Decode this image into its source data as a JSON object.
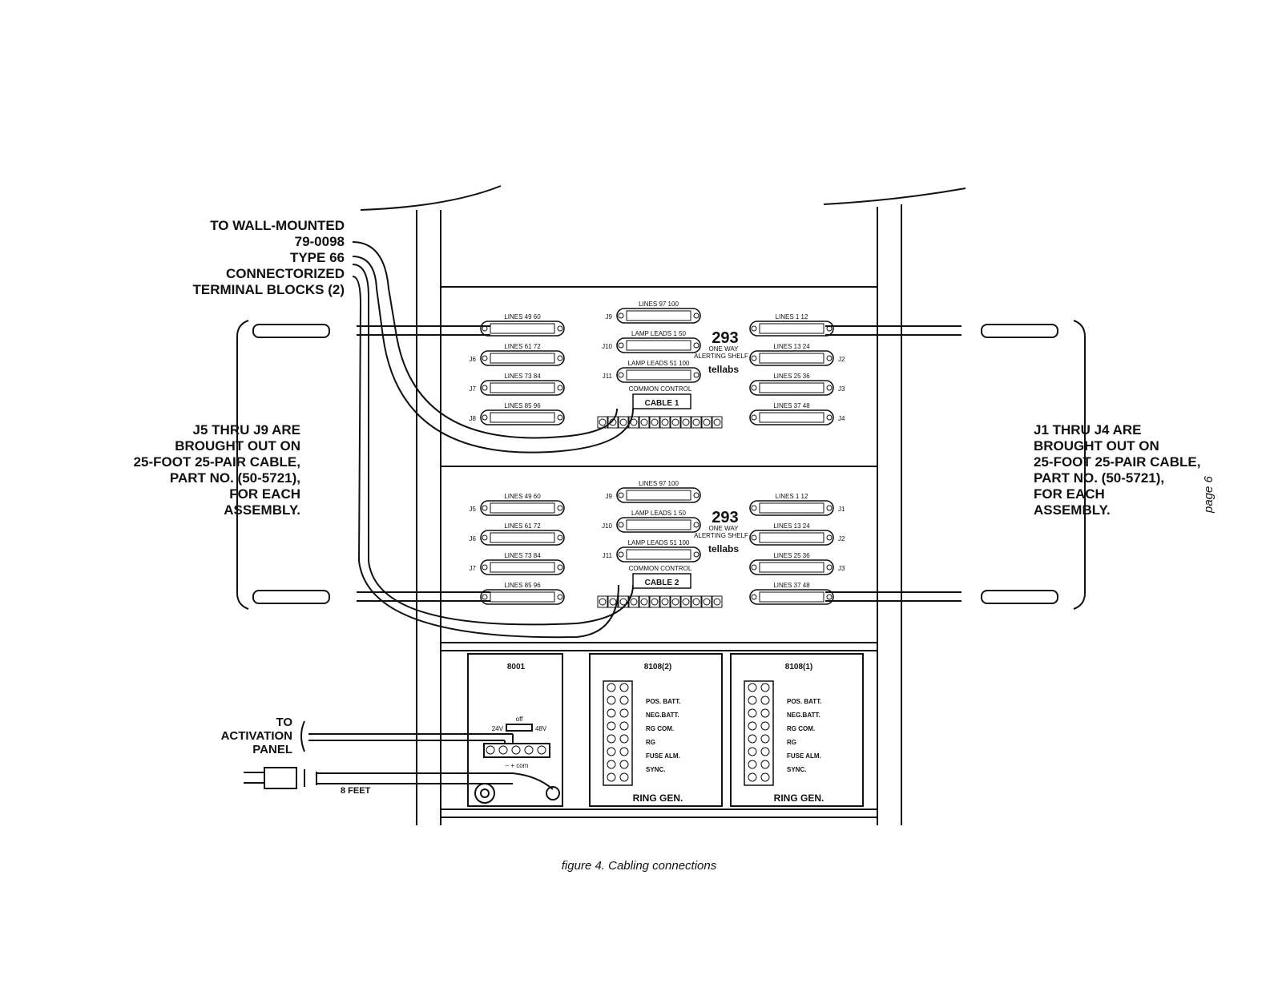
{
  "labels": {
    "wall_lines": [
      "TO WALL-MOUNTED",
      "79-0098",
      "TYPE 66",
      "CONNECTORIZED",
      "TERMINAL BLOCKS (2)"
    ],
    "left_note": [
      "J5 THRU J9 ARE",
      "BROUGHT OUT ON",
      "25-FOOT 25-PAIR CABLE,",
      "PART NO. (50-5721),",
      "FOR EACH",
      "ASSEMBLY."
    ],
    "right_note": [
      "J1 THRU J4 ARE",
      "BROUGHT OUT ON",
      "25-FOOT 25-PAIR CABLE,",
      "PART NO. (50-5721),",
      "FOR EACH",
      "ASSEMBLY."
    ],
    "activation": [
      "TO",
      "ACTIVATION",
      "PANEL"
    ],
    "cord_length": "8 FEET"
  },
  "shelves": [
    {
      "model": "293",
      "sub1": "ONE WAY",
      "sub2": "ALERTING SHELF",
      "brand": "tellabs",
      "left_jacks": [
        {
          "id": "",
          "label": "LINES 49 60"
        },
        {
          "id": "J6",
          "label": "LINES 61 72"
        },
        {
          "id": "J7",
          "label": "LINES 73 84"
        },
        {
          "id": "J8",
          "label": "LINES 85 96"
        }
      ],
      "center_jacks": [
        {
          "id": "J9",
          "label": "LINES 97 100"
        },
        {
          "id": "J10",
          "label": "LAMP LEADS 1 50"
        },
        {
          "id": "J11",
          "label": "LAMP LEADS 51 100"
        }
      ],
      "right_jacks": [
        {
          "id": "",
          "label": "LINES 1 12"
        },
        {
          "id": "J2",
          "label": "LINES 13 24"
        },
        {
          "id": "J3",
          "label": "LINES 25 36"
        },
        {
          "id": "J4",
          "label": "LINES 37 48"
        }
      ],
      "common_control": "COMMON CONTROL",
      "cable": "CABLE 1"
    },
    {
      "model": "293",
      "sub1": "ONE WAY",
      "sub2": "ALERTING SHELF",
      "brand": "tellabs",
      "left_jacks": [
        {
          "id": "J5",
          "label": "LINES 49 60"
        },
        {
          "id": "J6",
          "label": "LINES 61 72"
        },
        {
          "id": "J7",
          "label": "LINES 73 84"
        },
        {
          "id": "",
          "label": "LINES 85 96"
        }
      ],
      "center_jacks": [
        {
          "id": "J9",
          "label": "LINES 97 100"
        },
        {
          "id": "J10",
          "label": "LAMP LEADS 1 50"
        },
        {
          "id": "J11",
          "label": "LAMP LEADS 51 100"
        }
      ],
      "right_jacks": [
        {
          "id": "J1",
          "label": "LINES 1 12"
        },
        {
          "id": "J2",
          "label": "LINES 13 24"
        },
        {
          "id": "J3",
          "label": "LINES 25 36"
        },
        {
          "id": "",
          "label": "LINES 37 48"
        }
      ],
      "common_control": "COMMON CONTROL",
      "cable": "CABLE 2"
    }
  ],
  "power": {
    "model": "8001",
    "switch_off": "off",
    "switch_left": "24V",
    "switch_right": "48V",
    "terminal_labels": "–  +  com"
  },
  "ring_gens": [
    {
      "model": "8108(2)",
      "terminals": [
        "POS. BATT.",
        "NEG.BATT.",
        "RG COM.",
        "RG",
        "FUSE ALM.",
        "SYNC."
      ],
      "title": "RING  GEN."
    },
    {
      "model": "8108(1)",
      "terminals": [
        "POS. BATT.",
        "NEG.BATT.",
        "RG COM.",
        "RG",
        "FUSE ALM.",
        "SYNC."
      ],
      "title": "RING  GEN."
    }
  ],
  "caption": "figure 4.  Cabling connections",
  "page_number": "page 6"
}
